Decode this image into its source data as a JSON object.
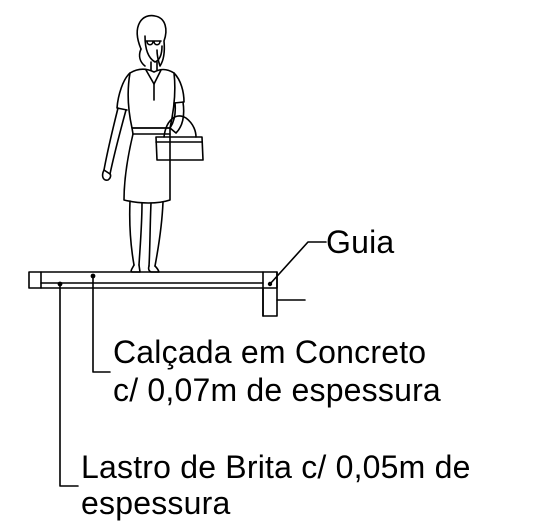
{
  "labels": {
    "guia": "Guia",
    "calcada_line1": "Calçada em Concreto",
    "calcada_line2": "c/ 0,07m de espessura",
    "lastro_line1": "Lastro de Brita c/ 0,05m de",
    "lastro_line2": "espessura"
  },
  "colors": {
    "ink": "#000000",
    "background": "#ffffff"
  },
  "icons": {
    "figure": "woman-with-handbag-icon"
  }
}
